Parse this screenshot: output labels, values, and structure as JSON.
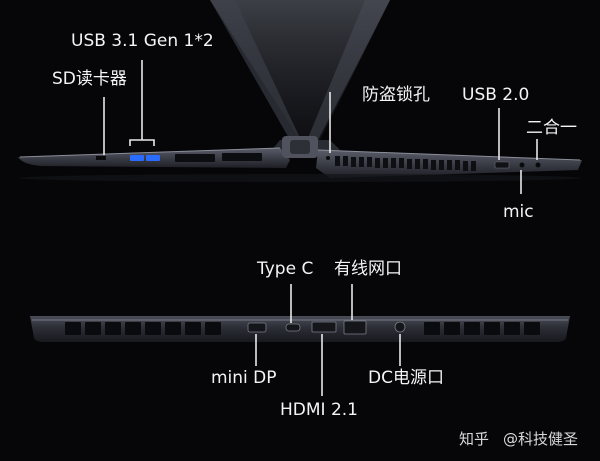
{
  "side_view": {
    "labels": {
      "usb31": "USB 3.1 Gen 1*2",
      "sd": "SD读卡器",
      "lock": "防盗锁孔",
      "usb20": "USB 2.0",
      "combo": "二合一",
      "mic": "mic"
    }
  },
  "rear_view": {
    "labels": {
      "typec": "Type C",
      "ethernet": "有线网口",
      "minidp": "mini DP",
      "hdmi": "HDMI 2.1",
      "dc": "DC电源口"
    }
  },
  "watermark": {
    "platform": "知乎",
    "handle": "@科技健圣"
  },
  "colors": {
    "background": "#060608",
    "chassis": "#3a3c46",
    "usb_blue": "#2a6cff",
    "leader_line": "#e8e8e8"
  }
}
